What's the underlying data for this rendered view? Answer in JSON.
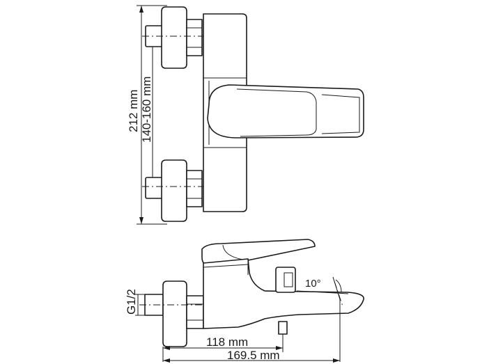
{
  "dimensions": {
    "total_height": "212 mm",
    "connection_spacing": "140-160 mm",
    "thread_size": "G1/2",
    "spout_distance": "118 mm",
    "total_depth": "169.5 mm",
    "angle": "10°"
  }
}
